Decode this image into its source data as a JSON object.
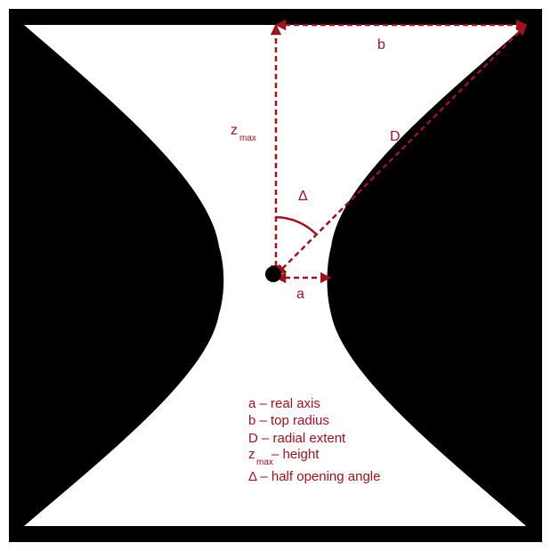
{
  "colors": {
    "frame": "#000000",
    "interior": "#ffffff",
    "annotation": "#a0121d"
  },
  "labels": {
    "b": "b",
    "z": "z",
    "z_sub": "max",
    "D": "D",
    "delta": "Δ",
    "a": "a"
  },
  "legend": {
    "a": "a – real axis",
    "b": "b – top radius",
    "D": "D – radial extent",
    "z_main": "z",
    "z_sub": "max",
    "z_rest": " – height",
    "delta": "Δ – half opening angle"
  }
}
